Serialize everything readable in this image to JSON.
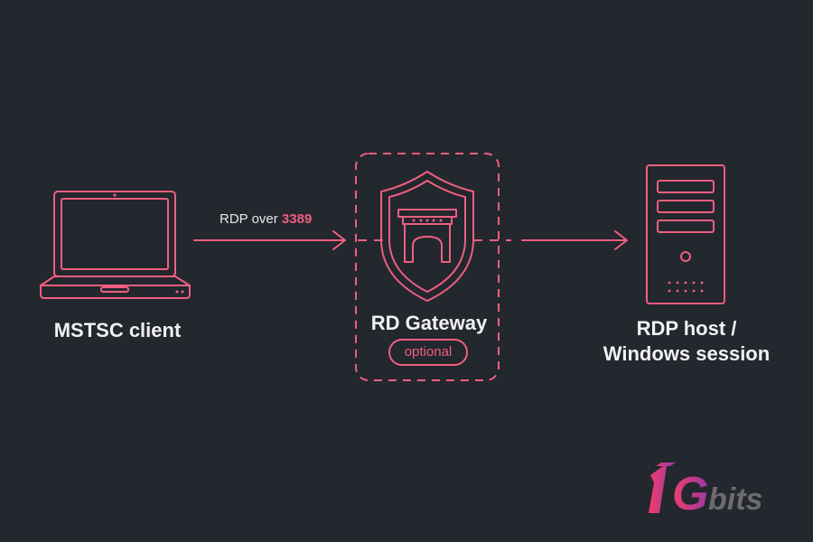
{
  "nodes": {
    "client": {
      "label": "MSTSC client"
    },
    "gateway": {
      "label": "RD Gateway",
      "badge": "optional"
    },
    "host": {
      "label_line1": "RDP host /",
      "label_line2": "Windows session"
    }
  },
  "edge": {
    "label_prefix": "RDP over ",
    "port": "3389"
  },
  "logo": {
    "text": "1Gbits"
  },
  "colors": {
    "background": "#23272e",
    "accent": "#ef5f7f",
    "text": "#f1f1f1"
  },
  "icons": {
    "client": "laptop-icon",
    "gateway": "shield-gate-icon",
    "host": "server-tower-icon",
    "arrow": "arrow-right-icon"
  }
}
